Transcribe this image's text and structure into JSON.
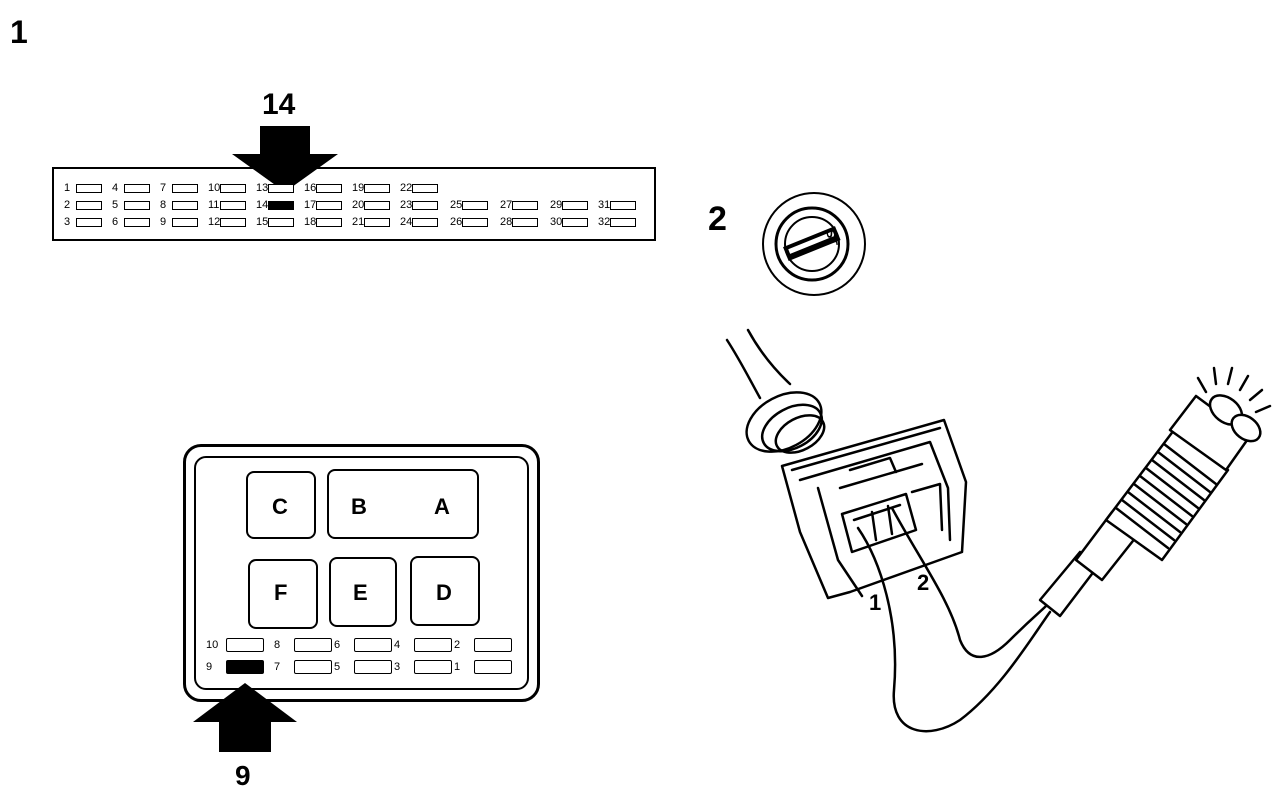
{
  "figure": {
    "number": "1",
    "ecu_connector": {
      "highlight_label": "14",
      "rows": [
        [
          "1",
          "4",
          "7",
          "10",
          "13",
          "16",
          "19",
          "22"
        ],
        [
          "2",
          "5",
          "8",
          "11",
          "14",
          "17",
          "20",
          "23",
          "25",
          "27",
          "29",
          "31"
        ],
        [
          "3",
          "6",
          "9",
          "12",
          "15",
          "18",
          "21",
          "24",
          "26",
          "28",
          "30",
          "32"
        ]
      ],
      "highlighted_pin": "14"
    },
    "ignition_switch": {
      "label": "2",
      "marking": "ST"
    },
    "diagnostic_connector": {
      "highlight_label": "9",
      "sockets": [
        "C",
        "B",
        "A",
        "F",
        "E",
        "D"
      ],
      "pins_top": [
        "10",
        "8",
        "6",
        "4",
        "2"
      ],
      "pins_bottom": [
        "9",
        "7",
        "5",
        "3",
        "1"
      ],
      "highlighted_pin": "9"
    },
    "test_lamp": {
      "lead_1_label": "1",
      "lead_2_label": "2"
    }
  }
}
